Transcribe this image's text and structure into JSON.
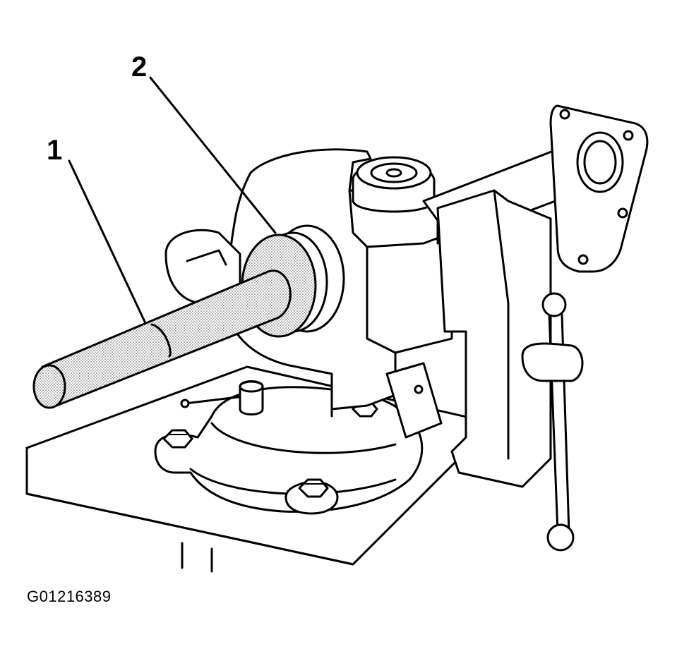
{
  "figure": {
    "id_label": "G01216389"
  },
  "callouts": [
    {
      "number": "1",
      "target": "tool-shaft"
    },
    {
      "number": "2",
      "target": "bearing-race"
    }
  ],
  "colors": {
    "line": "#000000",
    "background": "#ffffff",
    "stipple": "#9a9a9a"
  }
}
